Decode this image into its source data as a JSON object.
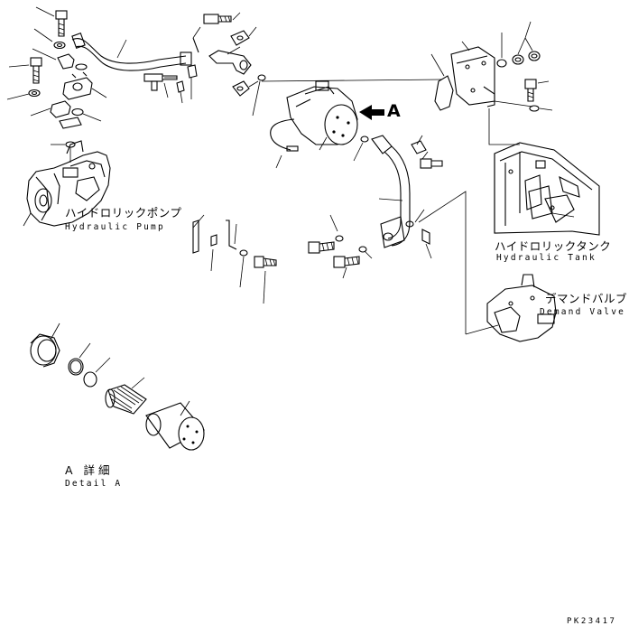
{
  "labels": {
    "pump_jp": "ハイドロリックポンプ",
    "pump_en": "Hydraulic Pump",
    "tank_jp": "ハイドロリックタンク",
    "tank_en": "Hydraulic Tank",
    "valve_jp": "デマンドバルブ",
    "valve_en": "Demand Valve",
    "detail_jp": "A 詳細",
    "detail_en": "Detail A",
    "view_marker": "A",
    "drawing_code": "PK23417"
  },
  "colors": {
    "line": "#000000",
    "background": "#ffffff"
  }
}
